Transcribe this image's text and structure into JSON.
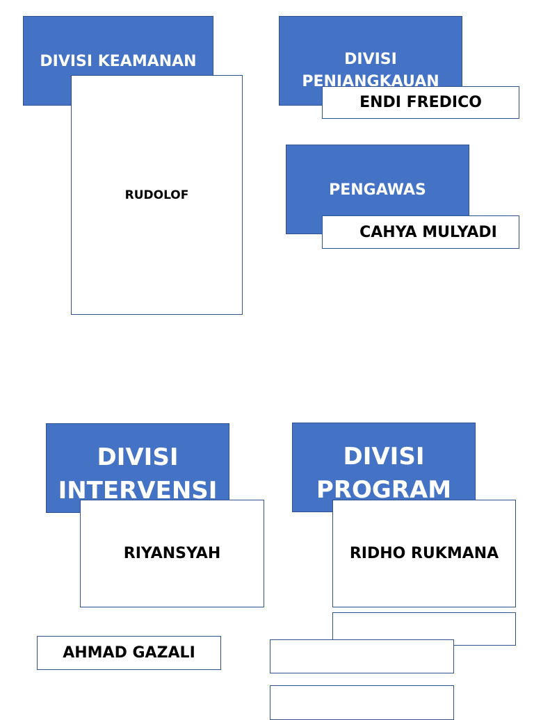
{
  "divisions": {
    "keamanan": {
      "title": "DIVISI KEAMANAN",
      "member": "RUDOLOF"
    },
    "penjangkauan": {
      "title_line1": "DIVISI",
      "title_line2": "PENJANGKAUAN",
      "member": "ENDI FREDICO"
    },
    "pengawas": {
      "title": "PENGAWAS",
      "member": "CAHYA MULYADI"
    },
    "intervensi": {
      "title_line1": "DIVISI",
      "title_line2": "INTERVENSI",
      "member": "RIYANSYAH"
    },
    "program": {
      "title_line1": "DIVISI",
      "title_line2": "PROGRAM",
      "member": "RIDHO RUKMANA"
    }
  },
  "extra_member": "AHMAD GAZALI",
  "colors": {
    "header_fill": "#4472c4",
    "border": "#2f528f",
    "header_text": "#ffffff"
  }
}
